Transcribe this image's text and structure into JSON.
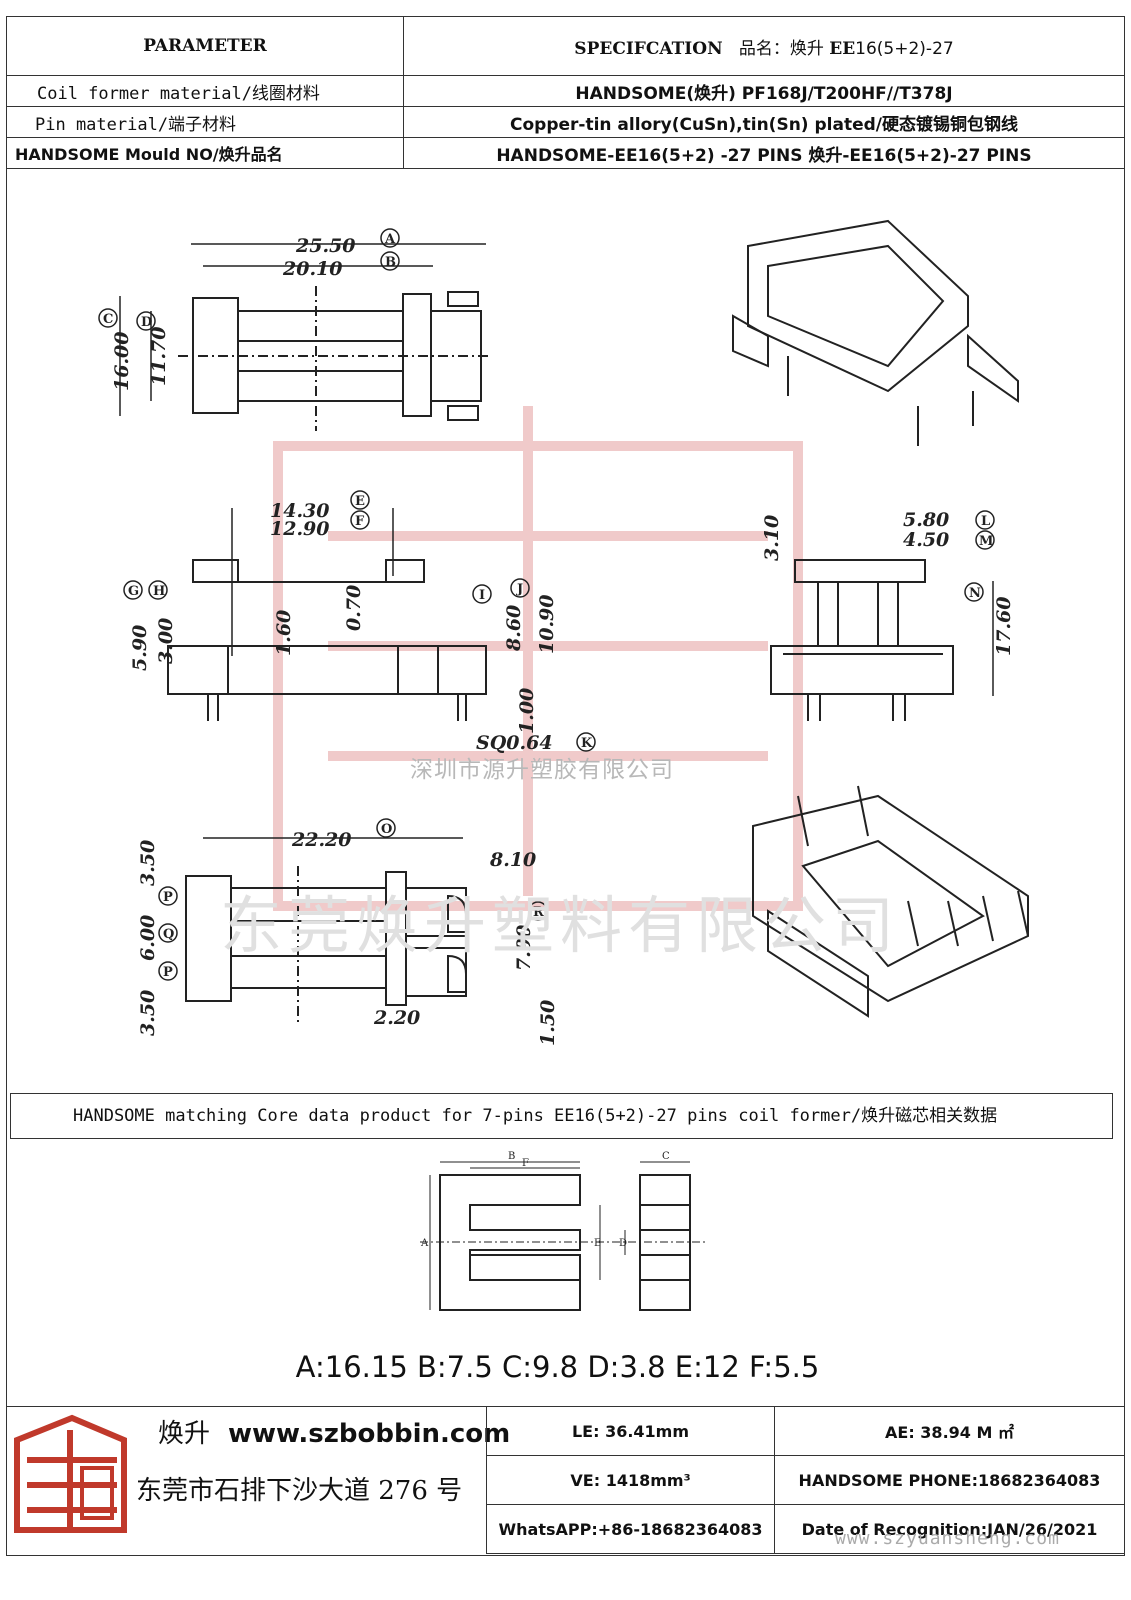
{
  "header": {
    "parameter": "PARAMETER",
    "spec_label": "SPECIFCATION",
    "product_name_label": "品名：焕升",
    "product_model_prefix": "EE",
    "product_model_rest": "16(5+2)-27",
    "rows": [
      {
        "param": "Coil former material/线圈材料",
        "value": "HANDSOME(焕升)   PF168J/T200HF//T378J"
      },
      {
        "param": "Pin material/端子材料",
        "value": "Copper-tin allory(CuSn),tin(Sn) plated/硬态镀锡铜包钢线"
      },
      {
        "param": "HANDSOME Mould NO/焕升品名",
        "value": "HANDSOME-EE16(5+2) -27 PINS    焕升-EE16(5+2)-27 PINS"
      }
    ]
  },
  "dimensions": {
    "A": "25.50",
    "B": "20.10",
    "C": "16.00",
    "D": "11.70",
    "E": "14.30",
    "F": "12.90",
    "G": "5.90",
    "H": "3.00",
    "I": "8.60",
    "J": "10.90",
    "K": "SQ0.64",
    "L": "5.80",
    "M": "4.50",
    "N": "17.60",
    "O": "22.20",
    "R": "7.90",
    "misc": [
      "1.60",
      "0.70",
      "1.00",
      "3.10",
      "8.10",
      "3.50",
      "6.00",
      "3.50",
      "2.20",
      "1.50"
    ],
    "circle_labels": [
      "A",
      "B",
      "C",
      "D",
      "E",
      "F",
      "G",
      "H",
      "I",
      "J",
      "K",
      "L",
      "M",
      "N",
      "O",
      "P",
      "Q",
      "P",
      "R"
    ]
  },
  "watermark": {
    "small": "深圳市源升塑胶有限公司",
    "large": "东莞焕升塑料有限公司"
  },
  "core": {
    "title": "HANDSOME matching Core data  product for 7-pins EE16(5+2)-27 pins coil former/焕升磁芯相关数据",
    "letters": [
      "A",
      "B",
      "C",
      "D",
      "E",
      "F"
    ],
    "data_line": "A:16.15 B:7.5 C:9.8 D:3.8 E:12 F:5.5"
  },
  "footer": {
    "brand_name": "焕升",
    "website": "www.szbobbin.com",
    "address": "东莞市石排下沙大道 276 号",
    "le": "LE:    36.41mm",
    "ae": "AE: 38.94 M ㎡",
    "ve": "VE:    1418mm³",
    "phone": "HANDSOME PHONE:18682364083",
    "whatsapp": "WhatsAPP:+86-18682364083",
    "date": "Date of Recognition:JAN/26/2021",
    "site_watermark": "www.szyuansheng.com"
  },
  "colors": {
    "line": "#333333",
    "drawing": "#222222",
    "logo_red": "#c0392b"
  }
}
